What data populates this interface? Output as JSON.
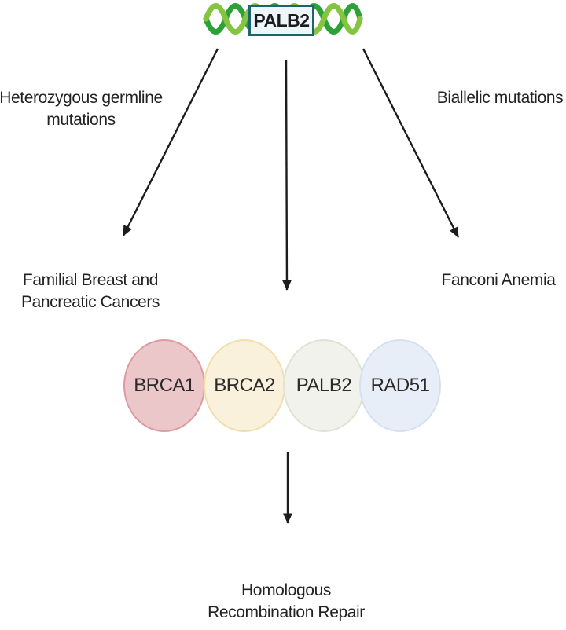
{
  "gene_box": {
    "label": "PALB2"
  },
  "branch_labels": {
    "left": {
      "line1": "Heterozygous germline",
      "line2": "mutations"
    },
    "right": {
      "label": "Biallelic mutations"
    }
  },
  "outcomes": {
    "left": {
      "line1": "Familial Breast and",
      "line2": "Pancreatic Cancers"
    },
    "right": {
      "label": "Fanconi Anemia"
    }
  },
  "complex": {
    "members": [
      {
        "label": "BRCA1",
        "fill": "#ecc7ca",
        "border": "#dd9aa0"
      },
      {
        "label": "BRCA2",
        "fill": "#faf1dd",
        "border": "#f0dfab"
      },
      {
        "label": "PALB2",
        "fill": "#f1f2eb",
        "border": "#e0e2d4"
      },
      {
        "label": "RAD51",
        "fill": "#e8eef8",
        "border": "#d6e1f0"
      }
    ]
  },
  "result": {
    "line1": "Homologous",
    "line2": "Recombination Repair"
  },
  "colors": {
    "dna_strand_dark": "#2da137",
    "dna_strand_light": "#85c440",
    "arrow": "#1c1c1c",
    "gene_box_border": "#1d6470",
    "gene_box_fill": "#edf6f9"
  }
}
